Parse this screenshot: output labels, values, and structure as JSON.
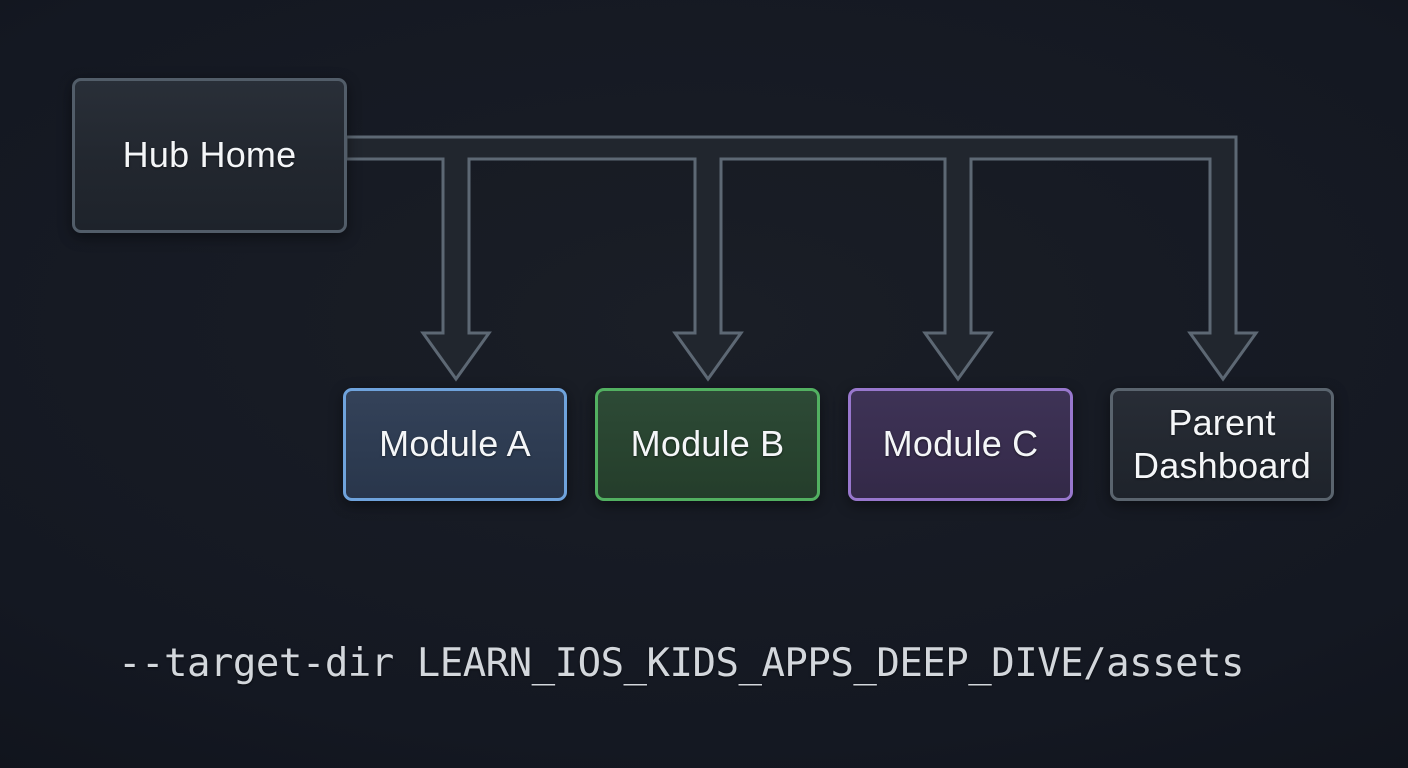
{
  "diagram": {
    "hub": {
      "label": "Hub Home"
    },
    "modules": [
      {
        "id": "module-a",
        "label": "Module A",
        "border_color": "#6fa3dc",
        "fill_color": "#2e3c52"
      },
      {
        "id": "module-b",
        "label": "Module B",
        "border_color": "#52b061",
        "fill_color": "#294431"
      },
      {
        "id": "module-c",
        "label": "Module C",
        "border_color": "#9877cd",
        "fill_color": "#392e50"
      },
      {
        "id": "parent-dashboard",
        "label": "Parent Dashboard",
        "border_color": "#5a646e",
        "fill_color": "#232830"
      }
    ],
    "edges": [
      {
        "from": "Hub Home",
        "to": "Module A"
      },
      {
        "from": "Hub Home",
        "to": "Module B"
      },
      {
        "from": "Hub Home",
        "to": "Module C"
      },
      {
        "from": "Hub Home",
        "to": "Parent Dashboard"
      }
    ],
    "connector": {
      "stroke_color": "#5d6874",
      "fill_color": "#21262e",
      "style": "thick hollow arrows, top-distribution tree"
    }
  },
  "command_line": {
    "text": "--target-dir LEARN_IOS_KIDS_APPS_DEEP_DIVE/assets"
  },
  "theme": {
    "background_color": "#12161e",
    "text_color": "#f4f6f8",
    "command_text_color": "#d3d7dc"
  }
}
